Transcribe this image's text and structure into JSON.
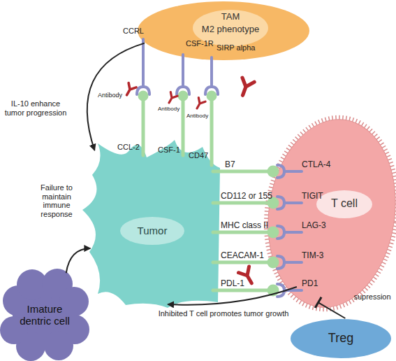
{
  "diagram": {
    "nodes": [
      {
        "text": [
          "TAM",
          "M2 phenotype"
        ]
      },
      {
        "text": [
          "Tumor"
        ]
      },
      {
        "text": [
          "T cell"
        ]
      },
      {
        "text": [
          "Imature dentric cell"
        ]
      },
      {
        "text": [
          "Treg"
        ]
      }
    ],
    "edges": [
      {
        "from": 0,
        "to": 1,
        "arrow": "to",
        "label": "IL-10 enhance tumor progression"
      },
      {
        "from": 3,
        "to": 1,
        "arrow": "to",
        "label": "Failure to maintain immune response"
      },
      {
        "from": 2,
        "to": 1,
        "arrow": "to",
        "label": "Inhibited T cell promotes tumor growth"
      },
      {
        "from": 4,
        "to": 2,
        "arrow": "to",
        "label": "supression"
      }
    ],
    "labels": [
      "CCRL",
      "CSF-1R",
      "SIRP alpha",
      "Antibody",
      "Antibody",
      "Antibody",
      "CCL-2",
      "CSF-1",
      "CD47",
      "B7",
      "CD112 or 155",
      "MHC class II",
      "CEACAM-1",
      "PDL-1",
      "CTLA-4",
      "TIGIT",
      "LAG-3",
      "TIM-3",
      "PD1"
    ]
  }
}
